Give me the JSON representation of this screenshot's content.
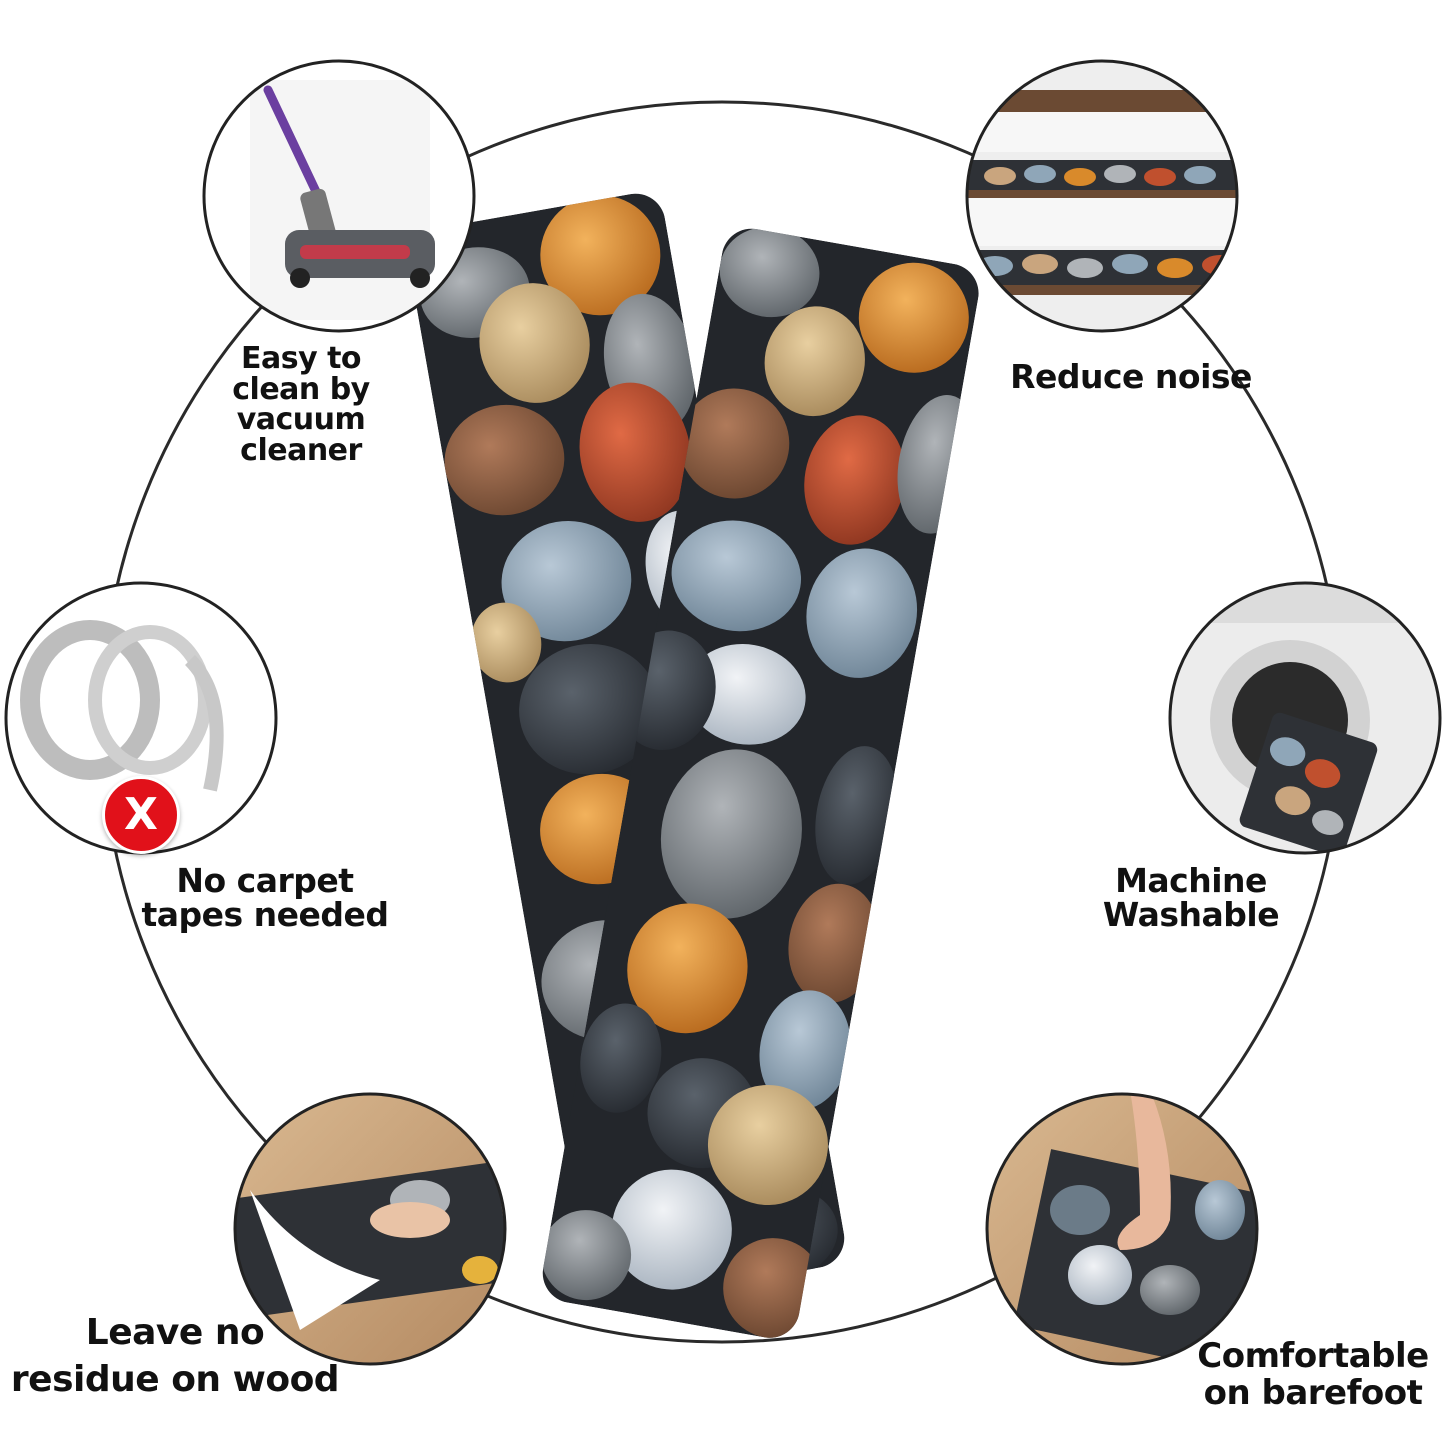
{
  "features": [
    {
      "id": "vacuum",
      "label": "Easy to\nclean by\nvacuum cleaner",
      "icon": "vacuum-cleaner-icon"
    },
    {
      "id": "noise",
      "label": "Reduce noise",
      "icon": "stairs-icon"
    },
    {
      "id": "tape",
      "label": "No carpet\ntapes needed",
      "icon": "tape-roll-icon",
      "badge": "X"
    },
    {
      "id": "wash",
      "label": "Machine\nWashable",
      "icon": "washing-machine-icon"
    },
    {
      "id": "residue",
      "label": "Leave no\nresidue on wood",
      "icon": "peel-back-icon"
    },
    {
      "id": "barefoot",
      "label": "Comfortable\non barefoot",
      "icon": "bare-foot-icon"
    }
  ],
  "colors": {
    "ring": "#2a2a2a",
    "badge": "#e1111a",
    "stone_orange": "#d98a2b",
    "stone_red": "#c0502e",
    "stone_blue": "#8fa6b8",
    "stone_dark": "#2f3338",
    "wood": "#c9a57e"
  }
}
